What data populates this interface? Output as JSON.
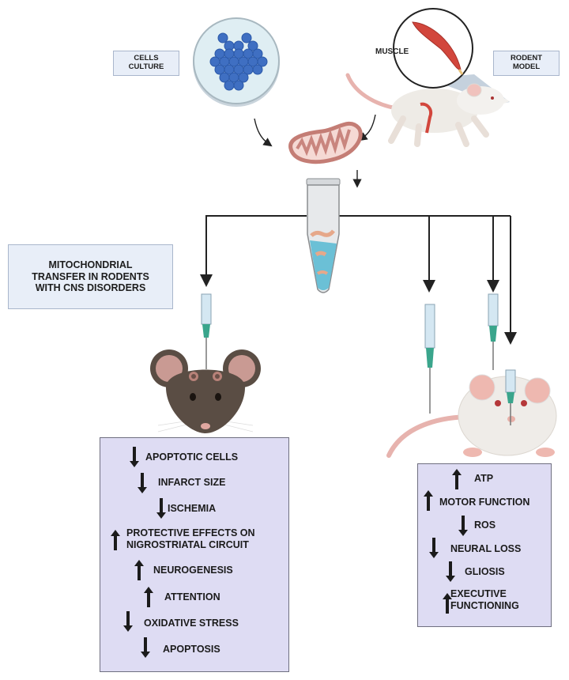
{
  "labels": {
    "cells_culture": [
      "CELLS",
      "CULTURE"
    ],
    "muscle": "MUSCLE",
    "rodent_model": [
      "RODENT",
      "MODEL"
    ],
    "title": [
      "MITOCHONDRIAL",
      "TRANSFER IN RODENTS",
      "WITH CNS DISORDERS"
    ]
  },
  "left_effects": [
    {
      "text": "APOPTOTIC CELLS",
      "direction": "down"
    },
    {
      "text": "INFARCT SIZE",
      "direction": "down"
    },
    {
      "text": "ISCHEMIA",
      "direction": "down"
    },
    {
      "text": "PROTECTIVE EFFECTS ON",
      "text2": "NIGROSTRIATAL CIRCUIT",
      "direction": "up"
    },
    {
      "text": "NEUROGENESIS",
      "direction": "up"
    },
    {
      "text": "ATTENTION",
      "direction": "up"
    },
    {
      "text": "OXIDATIVE STRESS",
      "direction": "down"
    },
    {
      "text": "APOPTOSIS",
      "direction": "down"
    }
  ],
  "right_effects": [
    {
      "text": "ATP",
      "direction": "up"
    },
    {
      "text": "MOTOR FUNCTION",
      "direction": "up"
    },
    {
      "text": "ROS",
      "direction": "down"
    },
    {
      "text": "NEURAL LOSS",
      "direction": "down"
    },
    {
      "text": "GLIOSIS",
      "direction": "down"
    },
    {
      "text": "EXECUTIVE",
      "text2": "FUNCTIONING",
      "direction": "up"
    }
  ],
  "colors": {
    "label_box_fill": "#e8eef8",
    "effects_box_fill": "#dedcf3",
    "cells": "#3f6fc2",
    "mitochondria": "#c9857e",
    "muscle": "#d2463c",
    "needle_hub": "#3aa58c",
    "dark_mouse": "#5a4d44",
    "white_mouse": "#efece8"
  }
}
